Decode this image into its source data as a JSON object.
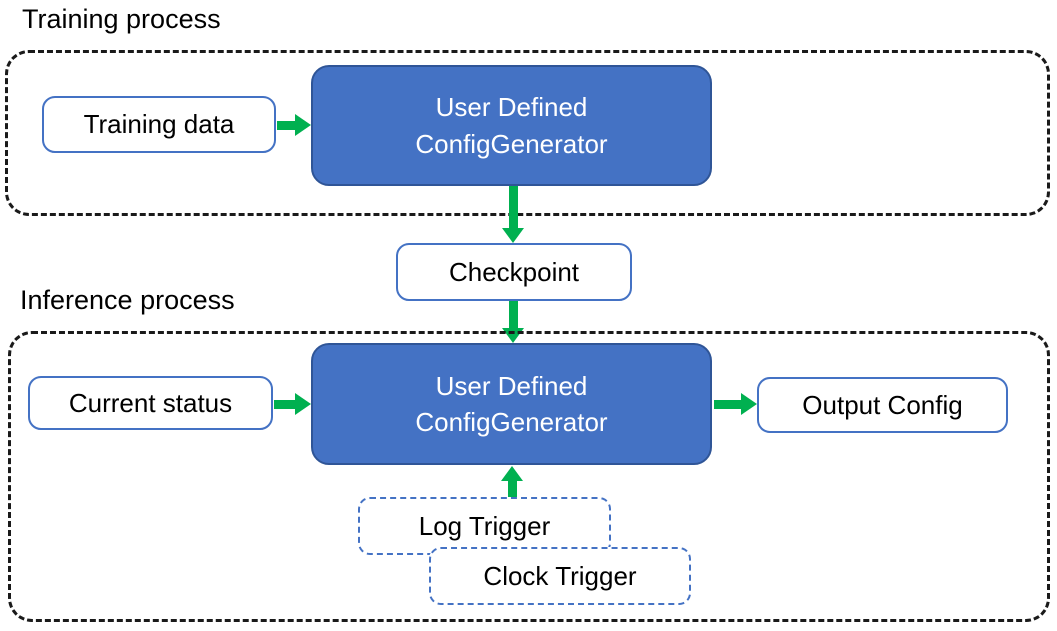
{
  "colors": {
    "accent_blue": "#4472C4",
    "accent_blue_dark": "#2F5597",
    "arrow_green": "#00B050",
    "dash_black": "#1A1A1A",
    "text_black": "#000000",
    "text_white": "#FFFFFF",
    "box_bg_white": "#FFFFFF"
  },
  "training": {
    "label": "Training process",
    "training_data_label": "Training data",
    "generator_line1": "User Defined",
    "generator_line2": "ConfigGenerator"
  },
  "checkpoint_label": "Checkpoint",
  "inference": {
    "label": "Inference process",
    "current_status_label": "Current status",
    "generator_line1": "User Defined",
    "generator_line2": "ConfigGenerator",
    "output_config_label": "Output Config",
    "log_trigger_label": "Log Trigger",
    "clock_trigger_label": "Clock Trigger"
  }
}
